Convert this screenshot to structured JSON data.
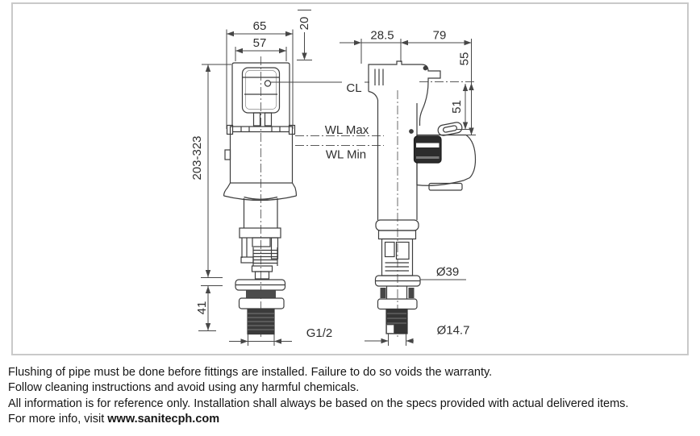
{
  "drawing": {
    "dimensions": {
      "top_width_outer": "65",
      "top_width_inner": "57",
      "top_clearance": "20",
      "installation_height_range": "203-323",
      "shank_length": "41",
      "inlet_thread_size": "G1/2",
      "cl_offset": "28.5",
      "body_depth": "79",
      "cl_to_top": "55",
      "cl_to_base": "51",
      "flange_diameter": "Ø39",
      "outlet_diameter": "Ø14.7"
    },
    "labels": {
      "centerline": "CL",
      "water_level_max": "WL Max",
      "water_level_min": "WL Min"
    },
    "colors": {
      "line": "#3d3d3d",
      "dimension_line": "#474747",
      "frame_border": "#c9c9c9",
      "dark_fill": "#333333"
    }
  },
  "notes": {
    "line1": "Flushing of pipe must be done before fittings are installed. Failure to do so voids the warranty.",
    "line2": "Follow cleaning instructions and avoid using any harmful chemicals.",
    "line3": "All information is for reference only. Installation shall always be based on the specs provided with actual delivered items.",
    "line4_prefix": "For more info, visit ",
    "website": "www.sanitecph.com"
  }
}
